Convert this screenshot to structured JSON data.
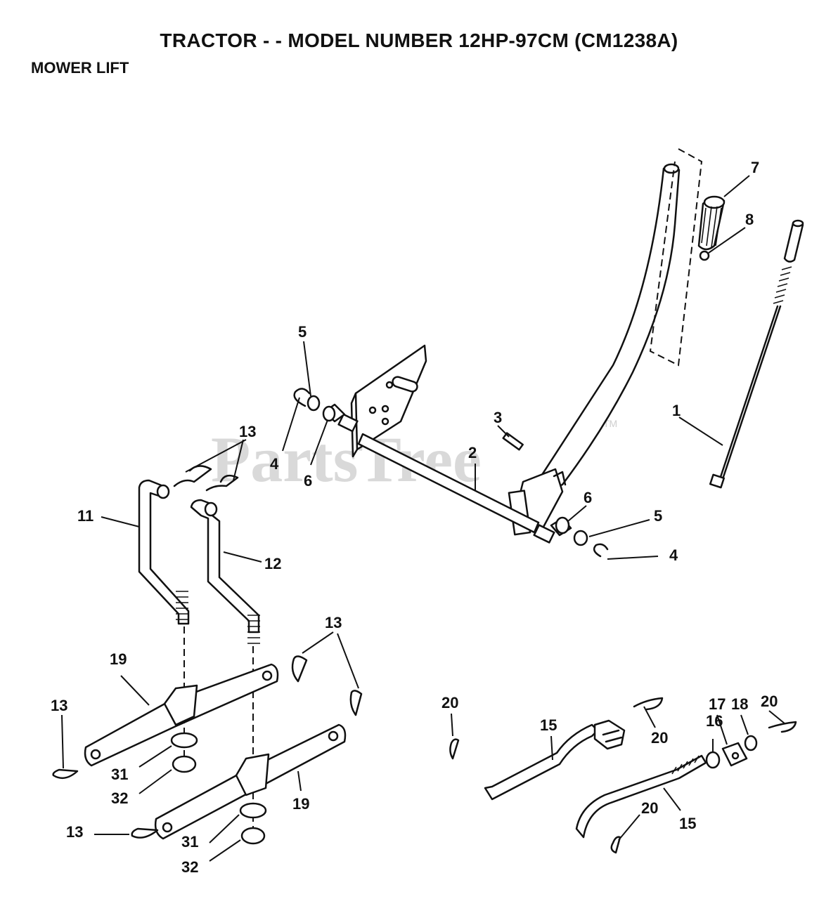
{
  "header": {
    "title": "TRACTOR - - MODEL NUMBER 12HP-97CM (CM1238A)",
    "section": "MOWER LIFT"
  },
  "watermark": {
    "text": "PartsTree",
    "trademark": "TM"
  },
  "callouts": {
    "c1": "1",
    "c2": "2",
    "c3": "3",
    "c4a": "4",
    "c4b": "4",
    "c5a": "5",
    "c5b": "5",
    "c6a": "6",
    "c6b": "6",
    "c7": "7",
    "c8": "8",
    "c11": "11",
    "c12": "12",
    "c13a": "13",
    "c13b": "13",
    "c13c": "13",
    "c13d": "13",
    "c15a": "15",
    "c15b": "15",
    "c16": "16",
    "c17": "17",
    "c18": "18",
    "c19a": "19",
    "c19b": "19",
    "c20a": "20",
    "c20b": "20",
    "c20c": "20",
    "c20d": "20",
    "c31a": "31",
    "c31b": "31",
    "c32a": "32",
    "c32b": "32"
  }
}
